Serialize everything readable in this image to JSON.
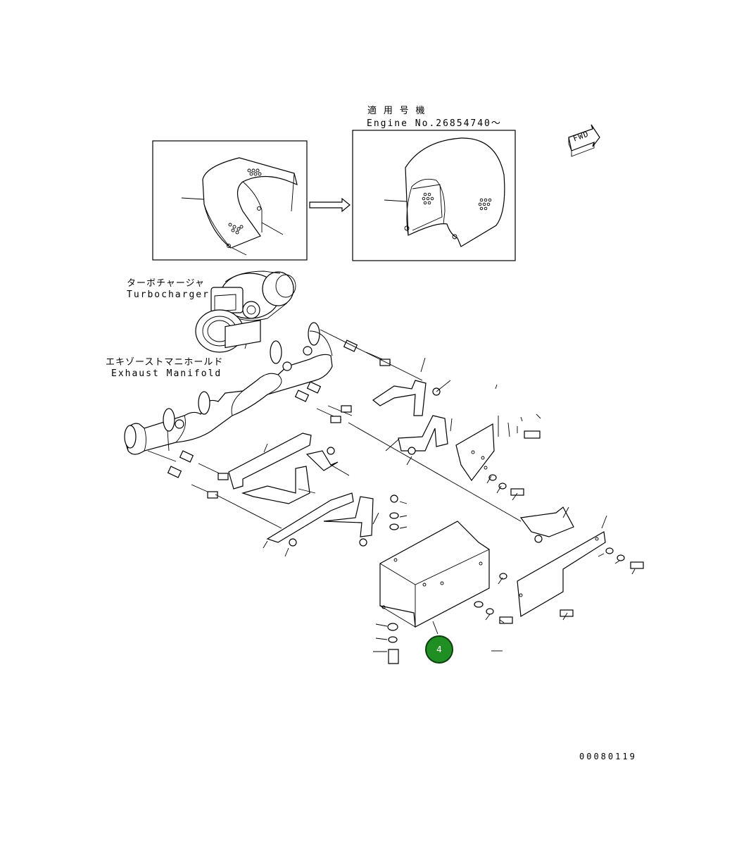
{
  "detail_box": {
    "applicable_label_jp": "適 用 号 機",
    "applicable_label_en": "Engine No.26854740～"
  },
  "fwd_arrow": {
    "label": "FWD"
  },
  "turbocharger": {
    "label_jp": "ターボチャージャ",
    "label_en": "Turbocharger"
  },
  "exhaust_manifold": {
    "label_jp": "エキゾーストマニホールド",
    "label_en": "Exhaust Manifold"
  },
  "callout": {
    "number": "4",
    "color": "#1f8f24"
  },
  "drawing_number": "00080119"
}
